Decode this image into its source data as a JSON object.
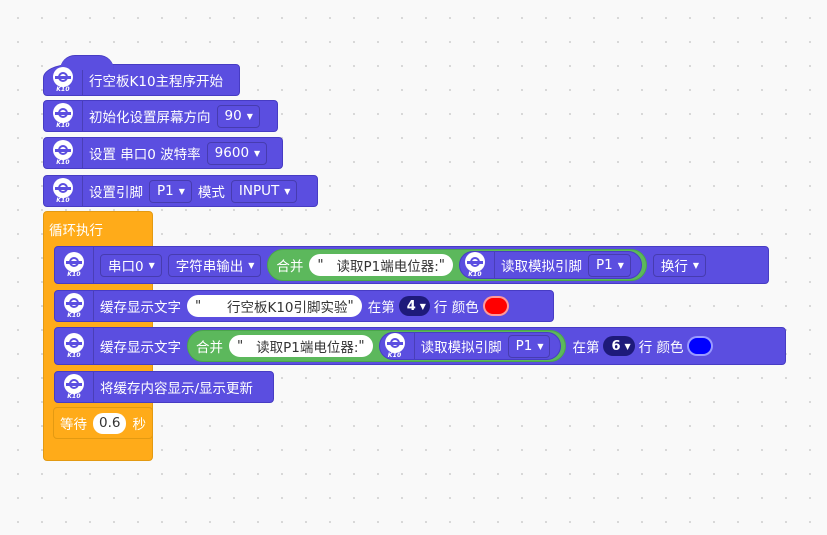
{
  "blocks": {
    "main_hat": {
      "label": "行空板K10主程序开始",
      "icon_text": "K10"
    },
    "init_screen": {
      "label": "初始化设置屏幕方向",
      "value": "90"
    },
    "serial_baud": {
      "label_a": "设置 串口0 波特率",
      "value": "9600"
    },
    "pin_mode": {
      "label_a": "设置引脚",
      "pin": "P1",
      "label_b": "模式",
      "mode": "INPUT"
    },
    "loop": {
      "label": "循环执行"
    },
    "serial_out": {
      "port": "串口0",
      "mode": "字符串输出",
      "join_label": "合并",
      "string": "读取P1端电位器:",
      "analog_label": "读取模拟引脚",
      "analog_pin": "P1",
      "newline": "换行"
    },
    "cache_text_1": {
      "label": "缓存显示文字",
      "string": "行空板K10引脚实验",
      "at_label": "在第",
      "line": "4",
      "line_color_label": "行 颜色",
      "color": "#ff0000"
    },
    "cache_text_2": {
      "label": "缓存显示文字",
      "join_label": "合并",
      "string": "读取P1端电位器:",
      "analog_label": "读取模拟引脚",
      "analog_pin": "P1",
      "at_label": "在第",
      "line": "6",
      "line_color_label": "行 颜色",
      "color": "#0000ff"
    },
    "show_cache": {
      "label": "将缓存内容显示/显示更新"
    },
    "wait": {
      "label_a": "等待",
      "value": "0.6",
      "label_b": "秒"
    }
  },
  "quote": "\"",
  "colors": {
    "purple": "#5b4ee0",
    "orange": "#ffab19",
    "green": "#5cb85c",
    "dark_pill": "#1e1a7a"
  },
  "icons": {
    "k10": "k10-board-icon",
    "dropdown": "chevron-down-icon"
  }
}
